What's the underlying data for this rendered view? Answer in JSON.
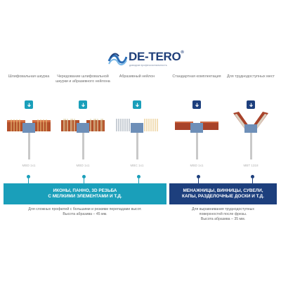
{
  "logo": {
    "name": "DE-TERO",
    "mark": "®",
    "tagline": "доводим профессиональность"
  },
  "columns": [
    {
      "title": "Шлифовальная шкурка",
      "code": "MBD 1x1",
      "button_icon": "arrow-down-icon",
      "accent": "#1a9fba",
      "tool_icon": "sanding-strip-brush-icon"
    },
    {
      "title": "Чередование шлифовальной шкурки и абразивного нейлона",
      "code": "MBD 1x1",
      "button_icon": "arrow-down-icon",
      "accent": "#1a9fba",
      "tool_icon": "mixed-brush-icon"
    },
    {
      "title": "Абразивный нейлон",
      "code": "MBC 1x1",
      "button_icon": "arrow-down-icon",
      "accent": "#1a9fba",
      "tool_icon": "nylon-brush-icon"
    },
    {
      "title": "Стандартная комплектация",
      "code": "MBD 1x1",
      "button_icon": "arrow-down-icon",
      "accent": "#1d3f7d",
      "tool_icon": "sanding-strip-brush-icon"
    },
    {
      "title": "Для труднодоступных мест",
      "code": "MBT 1318",
      "button_icon": "arrow-down-icon",
      "accent": "#1d3f7d",
      "tool_icon": "hard-to-reach-brush-icon"
    }
  ],
  "banners": {
    "left": {
      "line1": "ИКОНЫ, ПАННО, 3D РЕЗЬБА",
      "line2": "С МЕЛКИМИ ЭЛЕМЕНТАМИ И Т.Д.",
      "note1": "Для сложных профилей с большими и резкими перепадами высот.",
      "note2": "Высота абразива – 45 мм.",
      "color": "#1a9fba"
    },
    "right": {
      "line1": "МЕНАЖНИЦЫ, ВИННИЦЫ, СУВЕЛИ,",
      "line2": "КАПЫ, РАЗДЕЛОЧНЫЕ ДОСКИ И Т.Д.",
      "note1": "Для выравнивания труднодоступных",
      "note2": "поверхностей после фрезы.",
      "note3": "Высота абразива – 35 мм.",
      "color": "#1d3f7d"
    }
  }
}
